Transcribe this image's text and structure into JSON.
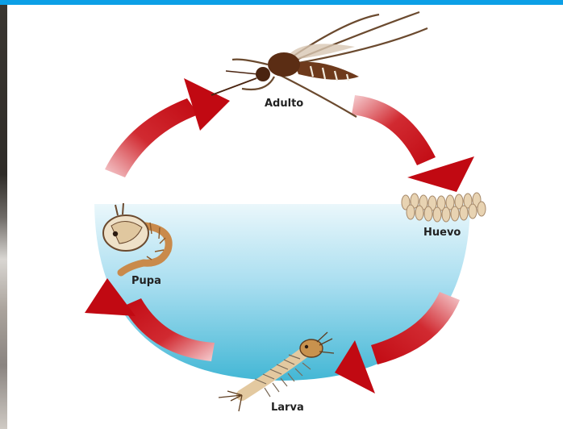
{
  "stages": [
    {
      "id": "adulto",
      "label": "Adulto"
    },
    {
      "id": "huevo",
      "label": "Huevo"
    },
    {
      "id": "larva",
      "label": "Larva"
    },
    {
      "id": "pupa",
      "label": "Pupa"
    }
  ],
  "colors": {
    "top_bar": "#0c9fe6",
    "water_top": "#e8f6fa",
    "water_bottom": "#45b8d6",
    "arrow": "#c90d14",
    "arrow_fade": "#f4c9cc",
    "mosquito_body": "#6e3a1c",
    "egg": "#e6cfae",
    "larva_body": "#e3c9a0",
    "pupa_body": "#c98a4b"
  },
  "icons": [
    "mosquito-adult-icon",
    "egg-cluster-icon",
    "larva-icon",
    "pupa-icon",
    "cycle-arrow-icon"
  ]
}
